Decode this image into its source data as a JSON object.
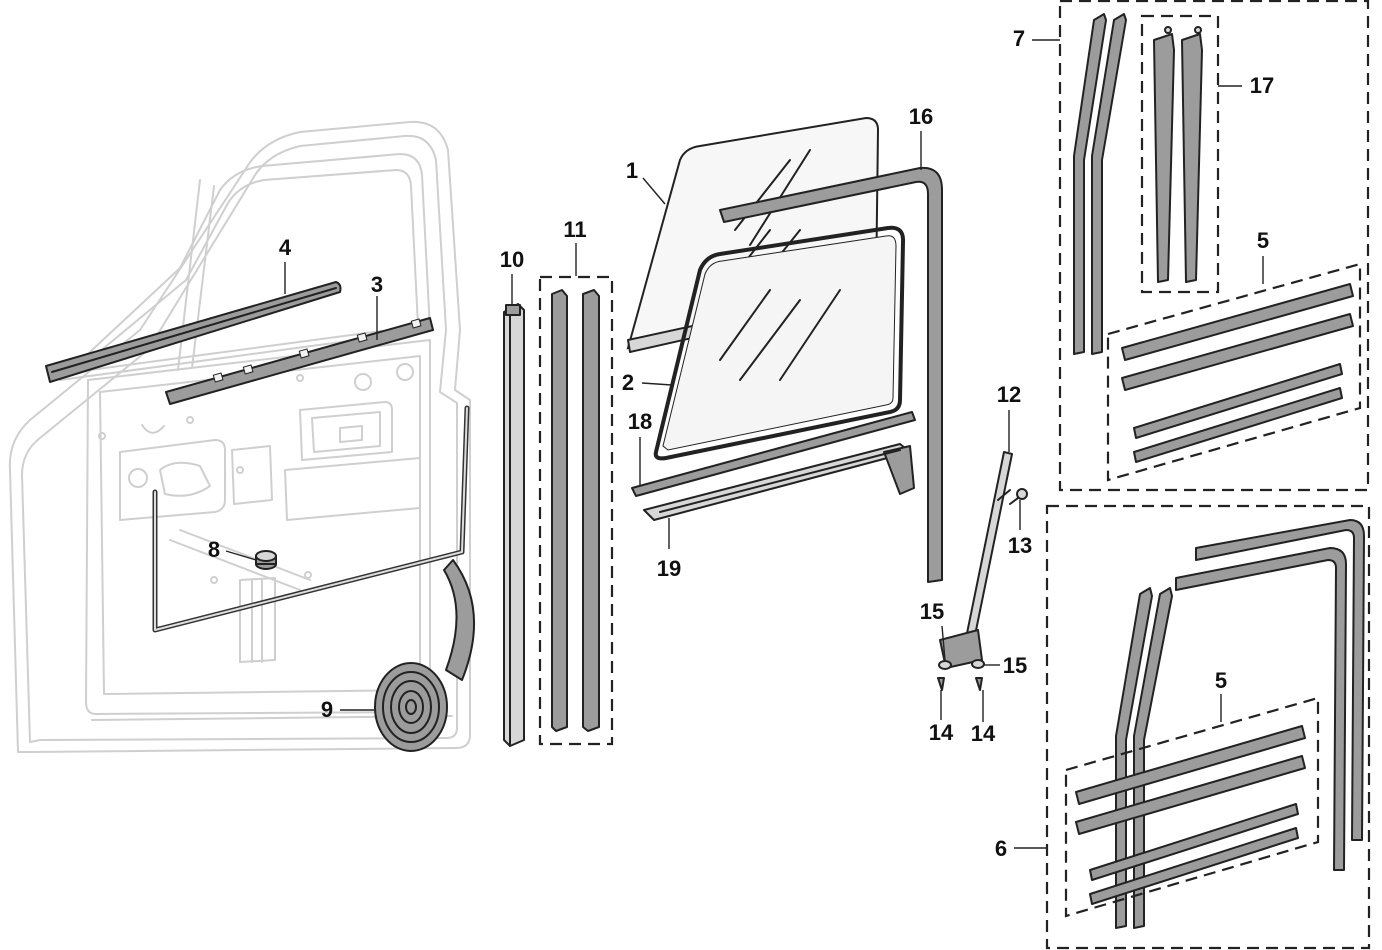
{
  "diagram": {
    "callouts": {
      "c1": "1",
      "c2": "2",
      "c3": "3",
      "c4": "4",
      "c5a": "5",
      "c5b": "5",
      "c6": "6",
      "c7": "7",
      "c8": "8",
      "c9": "9",
      "c10": "10",
      "c11": "11",
      "c12": "12",
      "c13": "13",
      "c14a": "14",
      "c14b": "14",
      "c15a": "15",
      "c15b": "15",
      "c16": "16",
      "c17": "17",
      "c18": "18",
      "c19": "19"
    }
  }
}
